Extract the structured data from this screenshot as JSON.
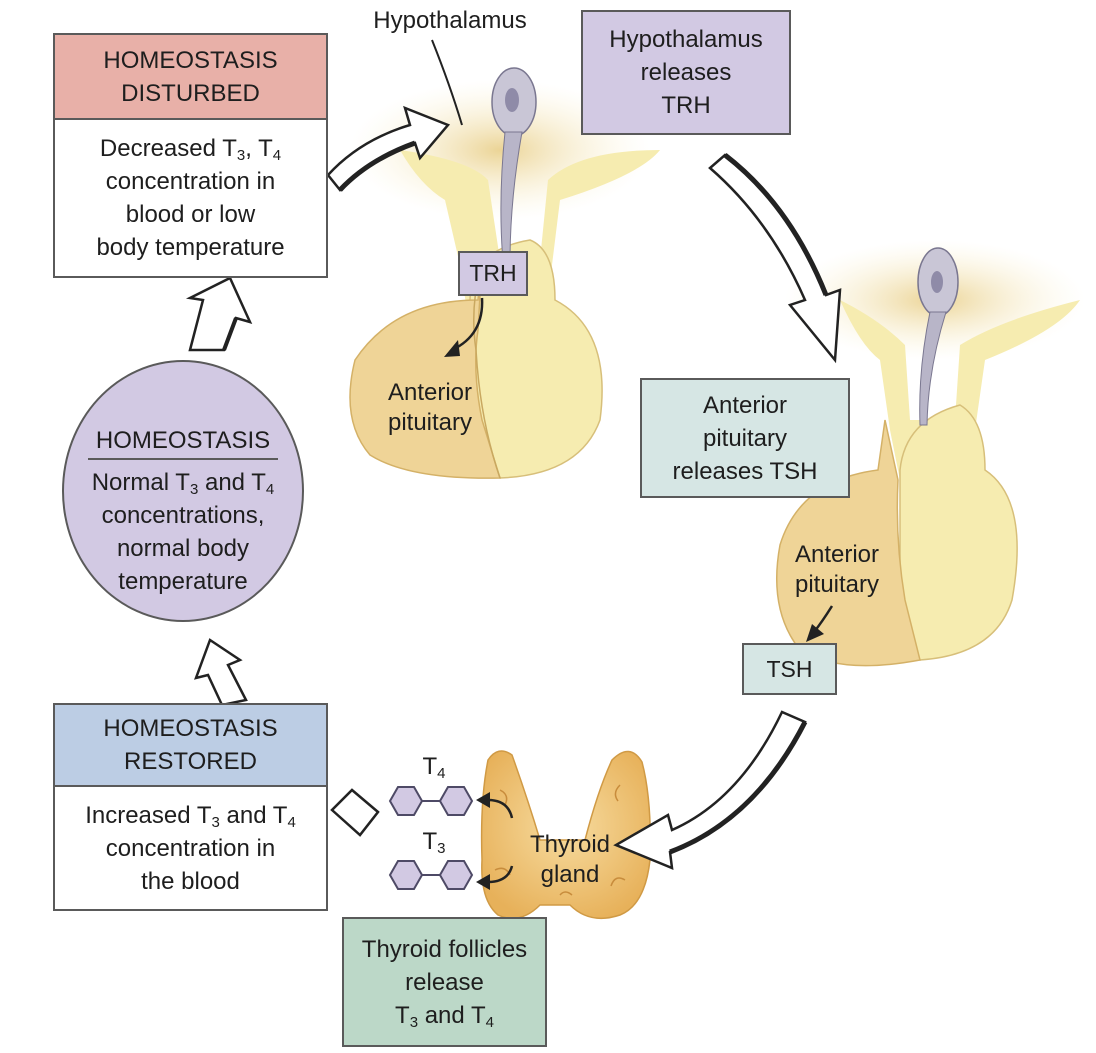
{
  "disturbed": {
    "header": [
      "HOMEOSTASIS",
      "DISTURBED"
    ],
    "body": [
      {
        "t": "Decreased T",
        "s": "3",
        "t2": ", T",
        "s2": "4"
      },
      {
        "t": "concentration in"
      },
      {
        "t": "blood or low"
      },
      {
        "t": "body temperature"
      }
    ]
  },
  "hypothalamus_label": "Hypothalamus",
  "hypothalamus_releases": [
    "Hypothalamus",
    "releases",
    "TRH"
  ],
  "trh_tag": "TRH",
  "anterior_pituitary_1": [
    "Anterior",
    "pituitary"
  ],
  "homeostasis": {
    "title": "HOMEOSTASIS",
    "body": [
      {
        "t": "Normal T",
        "s": "3",
        "t2": " and T",
        "s2": "4"
      },
      {
        "t": "concentrations,"
      },
      {
        "t": "normal body"
      },
      {
        "t": "temperature"
      }
    ]
  },
  "pituitary_releases": [
    "Anterior",
    "pituitary",
    "releases TSH"
  ],
  "anterior_pituitary_2": [
    "Anterior",
    "pituitary"
  ],
  "tsh_tag": "TSH",
  "restored": {
    "header": [
      "HOMEOSTASIS",
      "RESTORED"
    ],
    "body": [
      {
        "t": "Increased T",
        "s": "3",
        "t2": " and T",
        "s2": "4"
      },
      {
        "t": "concentration in"
      },
      {
        "t": "the blood"
      }
    ]
  },
  "t4_label": {
    "t": "T",
    "s": "4"
  },
  "t3_label": {
    "t": "T",
    "s": "3"
  },
  "thyroid_gland": [
    "Thyroid",
    "gland"
  ],
  "follicles": [
    {
      "t": "Thyroid follicles"
    },
    {
      "t": "release"
    },
    {
      "t": "T",
      "s": "3",
      "t2": " and T",
      "s2": "4"
    }
  ],
  "colors": {
    "disturbed_header": "#e8b0a8",
    "purple_box": "#d2c9e3",
    "teal_box": "#d6e6e4",
    "restored_header": "#bccde4",
    "follicles_box": "#bcd8c8",
    "pale_tissue": "#f6ecb0",
    "pituitary_tan": "#efd497",
    "thyroid_orange": "#eebf6a"
  }
}
